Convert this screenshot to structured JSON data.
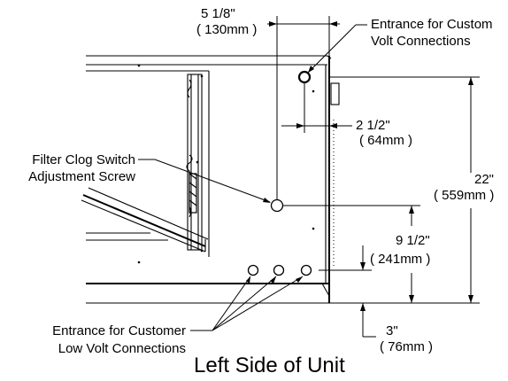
{
  "title": "Left Side of Unit",
  "labels": {
    "entrance_high": [
      "Entrance for Custom",
      "Volt Connections"
    ],
    "filter_clog": [
      "Filter Clog Switch",
      "Adjustment Screw"
    ],
    "entrance_low": [
      "Entrance for Customer",
      "Low Volt Connections"
    ]
  },
  "dimensions": {
    "d_5_1_8": [
      "5 1/8\"",
      "( 130mm )"
    ],
    "d_2_1_2": [
      "2 1/2\"",
      "( 64mm )"
    ],
    "d_22": [
      "22\"",
      "( 559mm )"
    ],
    "d_9_1_2": [
      "9 1/2\"",
      "( 241mm )"
    ],
    "d_3": [
      "3\"",
      "( 76mm )"
    ]
  }
}
